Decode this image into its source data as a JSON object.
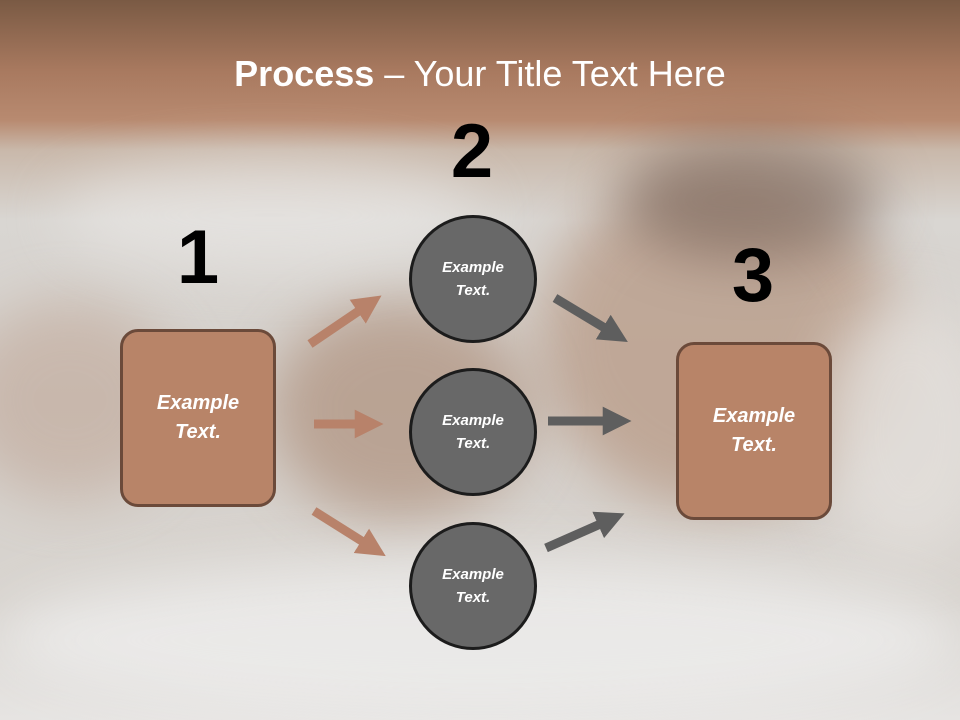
{
  "title": {
    "bold": "Process",
    "rest": " – Your Title Text Here"
  },
  "steps": [
    {
      "number": "1",
      "text": "Example Text."
    },
    {
      "number": "2",
      "circles": [
        "Example Text.",
        "Example Text.",
        "Example Text."
      ]
    },
    {
      "number": "3",
      "text": "Example Text."
    }
  ],
  "colors": {
    "box_fill": "#b88468",
    "box_border": "#6b4a3a",
    "circle_fill": "#686868",
    "circle_border": "#1c1c1c",
    "arrow_brown": "#b8826a",
    "arrow_gray": "#5e5e5e"
  }
}
